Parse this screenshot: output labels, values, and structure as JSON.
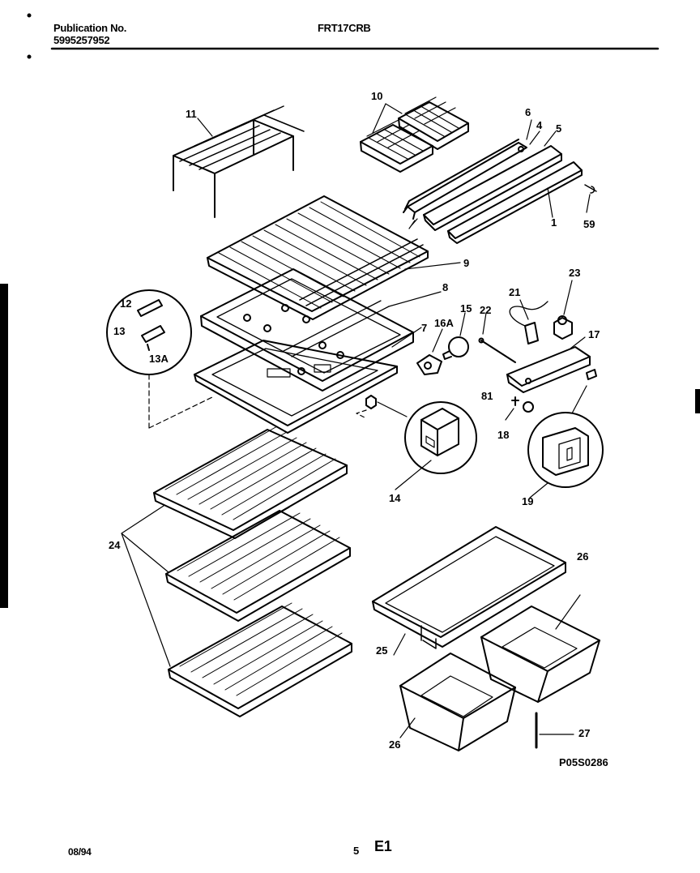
{
  "header": {
    "publication_label": "Publication No.",
    "publication_number": "5995257952",
    "model": "FRT17CRB"
  },
  "diagram_code": "P05S0286",
  "footer": {
    "date": "08/94",
    "page": "5",
    "section": "E1"
  },
  "labels": {
    "p1": "1",
    "p4": "4",
    "p5": "5",
    "p6": "6",
    "p7": "7",
    "p8": "8",
    "p9": "9",
    "p10": "10",
    "p11": "11",
    "p12": "12",
    "p13": "13",
    "p13a": "13A",
    "p14": "14",
    "p15": "15",
    "p16a": "16A",
    "p17": "17",
    "p18": "18",
    "p19": "19",
    "p21": "21",
    "p22": "22",
    "p23": "23",
    "p24": "24",
    "p25": "25",
    "p26a": "26",
    "p26b": "26",
    "p27": "27",
    "p59": "59",
    "p81": "81"
  }
}
